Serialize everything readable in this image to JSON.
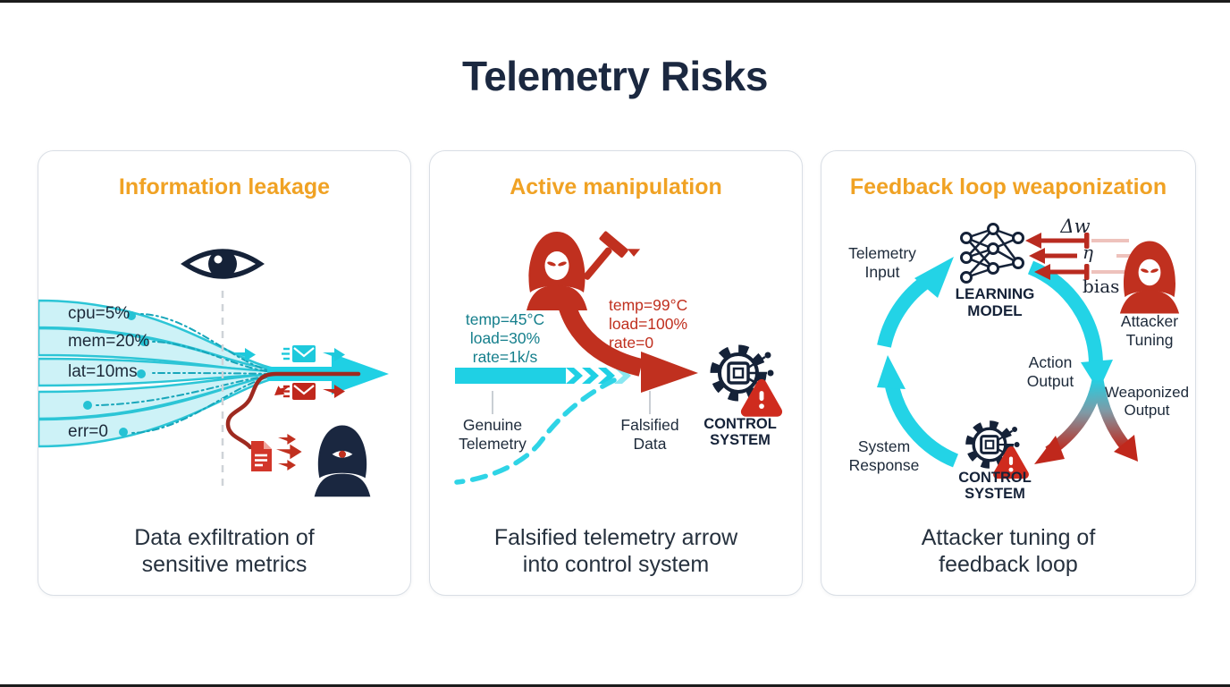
{
  "page": {
    "title": "Telemetry Risks",
    "colors": {
      "accent_orange": "#F0A224",
      "cyan": "#1FD0E4",
      "red": "#C0301F",
      "navy": "#152238",
      "teal": "#157F8C"
    }
  },
  "panels": [
    {
      "title": "Information leakage",
      "caption": [
        "Data exfiltration of",
        "sensitive metrics"
      ],
      "streams": {
        "cpu": "cpu=5%",
        "mem": "mem=20%",
        "lat": "lat=10ms",
        "err": "err=0"
      },
      "icons": [
        "eye-icon",
        "telemetry-stream-bundle",
        "outbound-envelope-icon",
        "exfil-envelope-icon",
        "leaked-document-icon",
        "attacker-icon"
      ]
    },
    {
      "title": "Active manipulation",
      "caption": [
        "Falsified telemetry arrow",
        "into control system"
      ],
      "genuine_metrics": [
        "temp=45°C",
        "load=30%",
        "rate=1k/s"
      ],
      "falsified_metrics": [
        "temp=99°C",
        "load=100%",
        "rate=0"
      ],
      "labels": {
        "genuine": "Genuine Telemetry",
        "falsified": "Falsified Data",
        "control_system": "CONTROL SYSTEM"
      },
      "icons": [
        "attacker-hammer-icon",
        "falsified-arrow",
        "genuine-telemetry-arrow",
        "control-system-gear-icon",
        "warning-triangle-icon"
      ]
    },
    {
      "title": "Feedback loop weaponization",
      "caption": [
        "Attacker tuning of",
        "feedback loop"
      ],
      "labels": {
        "telemetry_input": "Telemetry Input",
        "learning_model": "LEARNING MODEL",
        "delta_w": "Δw",
        "eta": "η",
        "bias": "bias",
        "attacker_tuning": "Attacker Tuning",
        "action_output": "Action Output",
        "weaponized_output": "Weaponized Output",
        "system_response": "System Response",
        "control_system": "CONTROL SYSTEM"
      },
      "icons": [
        "neural-network-icon",
        "attacker-icon",
        "tuning-arrows",
        "feedback-loop-arrows",
        "control-system-gear-icon",
        "warning-triangle-icon"
      ]
    }
  ]
}
